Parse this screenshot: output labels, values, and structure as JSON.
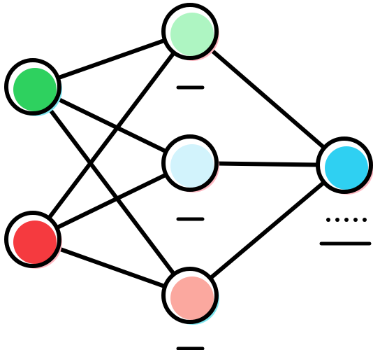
{
  "diagram": {
    "nodes": [
      {
        "id": "input-top",
        "layer": "input",
        "fill": "#2ed15f"
      },
      {
        "id": "input-bottom",
        "layer": "input",
        "fill": "#f53a3f"
      },
      {
        "id": "hidden-top",
        "layer": "hidden",
        "fill": "#aef5c2"
      },
      {
        "id": "hidden-middle",
        "layer": "hidden",
        "fill": "#d2f3fc"
      },
      {
        "id": "hidden-bottom",
        "layer": "hidden",
        "fill": "#fba89f"
      },
      {
        "id": "output",
        "layer": "output",
        "fill": "#2fd0f2"
      }
    ],
    "edges": [
      [
        "input-top",
        "hidden-top"
      ],
      [
        "input-top",
        "hidden-middle"
      ],
      [
        "input-top",
        "hidden-bottom"
      ],
      [
        "input-bottom",
        "hidden-top"
      ],
      [
        "input-bottom",
        "hidden-middle"
      ],
      [
        "input-bottom",
        "hidden-bottom"
      ],
      [
        "hidden-top",
        "output"
      ],
      [
        "hidden-middle",
        "output"
      ],
      [
        "hidden-bottom",
        "output"
      ]
    ],
    "colors": {
      "stroke": "#000000",
      "shadow_pink": "#ffb8c2",
      "shadow_cyan": "#7fe6f0"
    }
  }
}
